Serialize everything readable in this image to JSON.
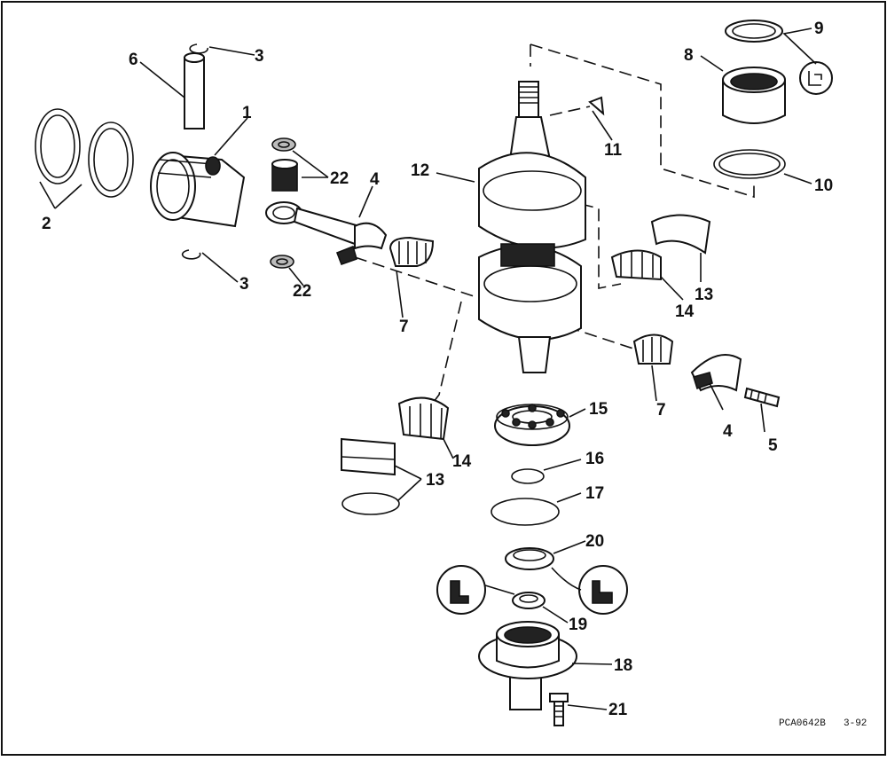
{
  "parts": [
    {
      "id": "label-1",
      "text": "1"
    },
    {
      "id": "label-2",
      "text": "2"
    },
    {
      "id": "label-3a",
      "text": "3"
    },
    {
      "id": "label-3b",
      "text": "3"
    },
    {
      "id": "label-4a",
      "text": "4"
    },
    {
      "id": "label-4b",
      "text": "4"
    },
    {
      "id": "label-5",
      "text": "5"
    },
    {
      "id": "label-6",
      "text": "6"
    },
    {
      "id": "label-7a",
      "text": "7"
    },
    {
      "id": "label-7b",
      "text": "7"
    },
    {
      "id": "label-8",
      "text": "8"
    },
    {
      "id": "label-9",
      "text": "9"
    },
    {
      "id": "label-10",
      "text": "10"
    },
    {
      "id": "label-11",
      "text": "11"
    },
    {
      "id": "label-12",
      "text": "12"
    },
    {
      "id": "label-13a",
      "text": "13"
    },
    {
      "id": "label-13b",
      "text": "13"
    },
    {
      "id": "label-14a",
      "text": "14"
    },
    {
      "id": "label-14b",
      "text": "14"
    },
    {
      "id": "label-15",
      "text": "15"
    },
    {
      "id": "label-16",
      "text": "16"
    },
    {
      "id": "label-17",
      "text": "17"
    },
    {
      "id": "label-18",
      "text": "18"
    },
    {
      "id": "label-19",
      "text": "19"
    },
    {
      "id": "label-20",
      "text": "20"
    },
    {
      "id": "label-21",
      "text": "21"
    },
    {
      "id": "label-22a",
      "text": "22"
    },
    {
      "id": "label-22b",
      "text": "22"
    }
  ],
  "footer": {
    "drawing_code": "PCA0642B",
    "date_code": "3-92"
  }
}
